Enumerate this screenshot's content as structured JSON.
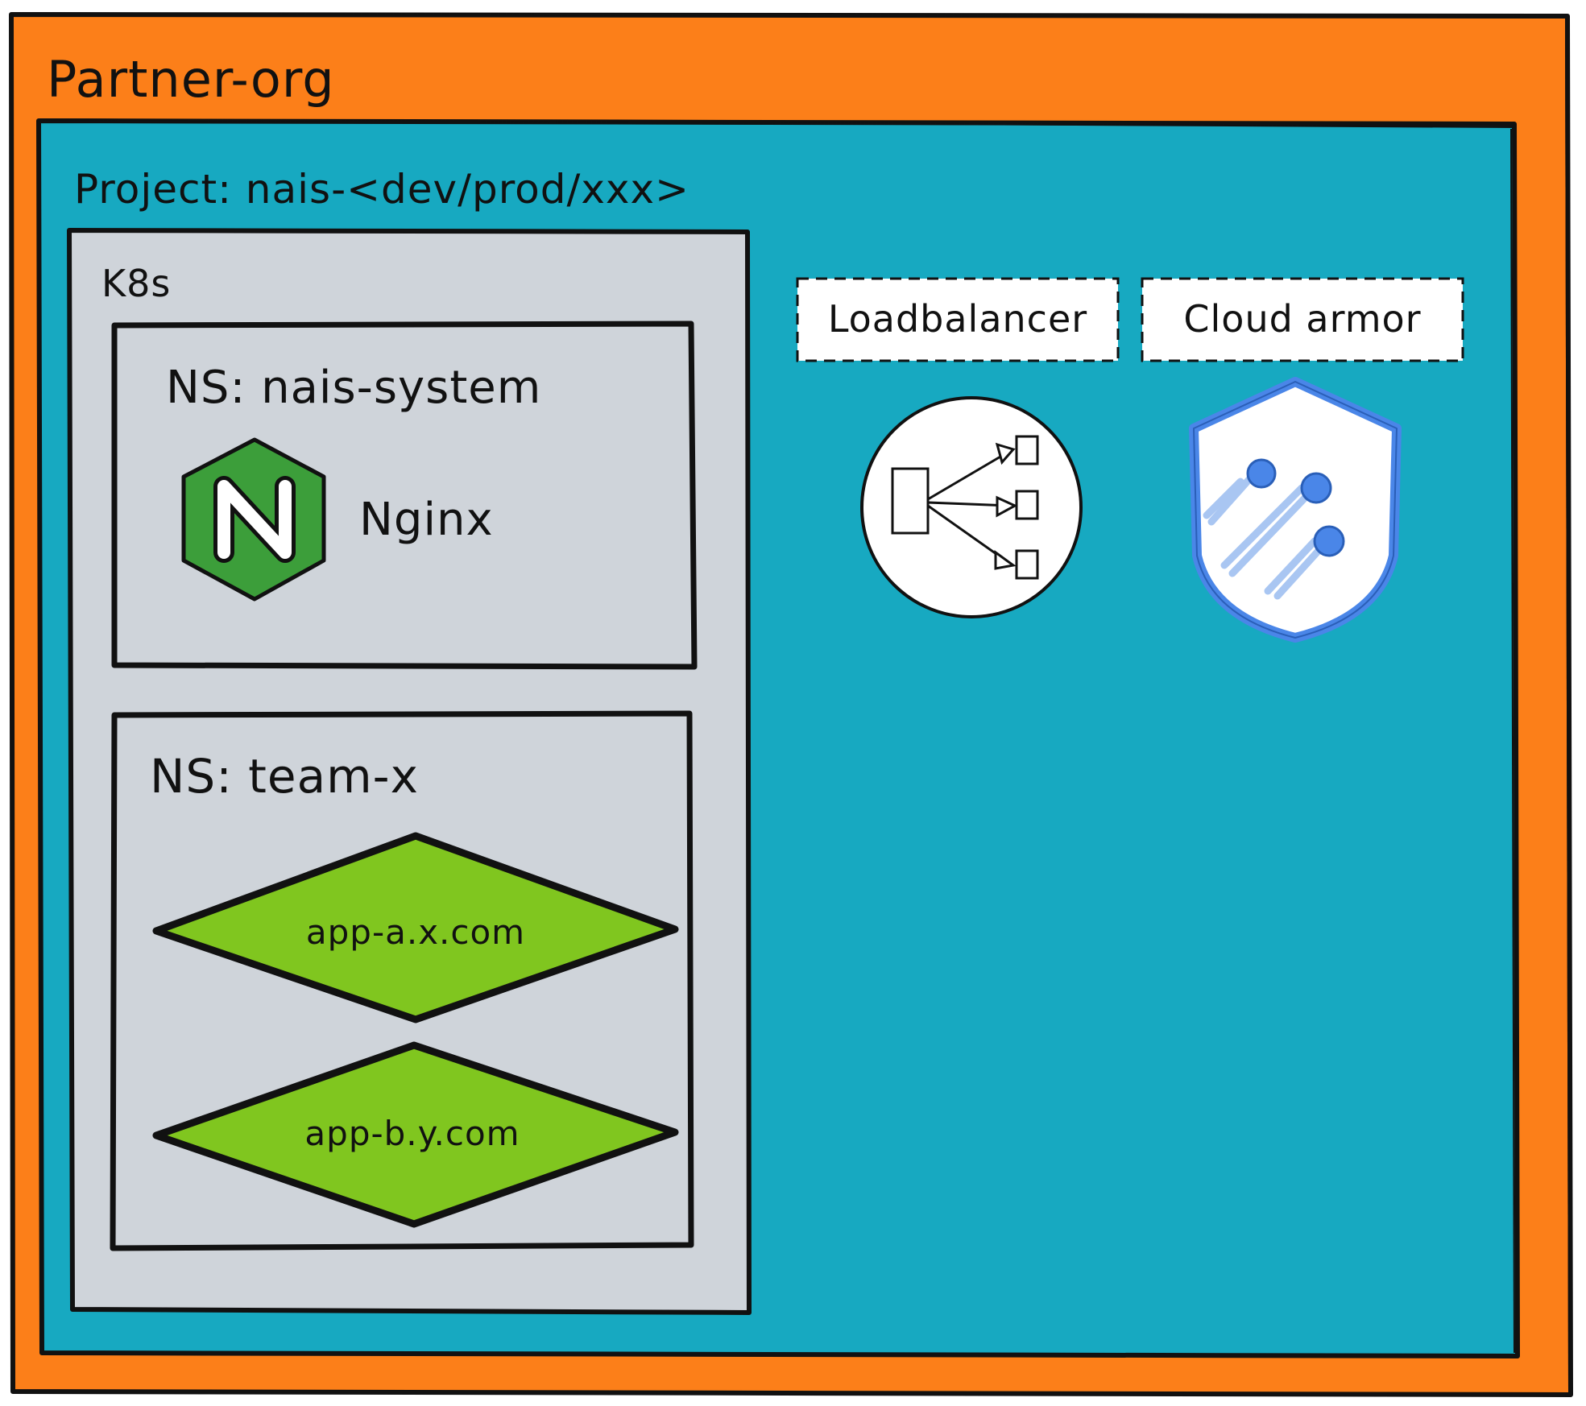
{
  "org": {
    "label": "Partner-org",
    "color": "#fc7f19"
  },
  "project": {
    "label": "Project: nais-<dev/prod/xxx>",
    "color": "#17a9c1"
  },
  "cluster": {
    "label": "K8s",
    "color": "#cfd4da",
    "namespaces": [
      {
        "label": "NS: nais-system",
        "items": [
          {
            "label": "Nginx",
            "icon": "nginx-icon",
            "color": "#3c9e3a"
          }
        ]
      },
      {
        "label": "NS: team-x",
        "items": [
          {
            "label": "app-a.x.com",
            "shape": "diamond",
            "color": "#80c61f"
          },
          {
            "label": "app-b.y.com",
            "shape": "diamond",
            "color": "#80c61f"
          }
        ]
      }
    ]
  },
  "services": [
    {
      "label": "Loadbalancer",
      "icon": "loadbalancer-icon"
    },
    {
      "label": "Cloud armor",
      "icon": "cloud-armor-shield-icon",
      "color": "#4a86e8"
    }
  ]
}
